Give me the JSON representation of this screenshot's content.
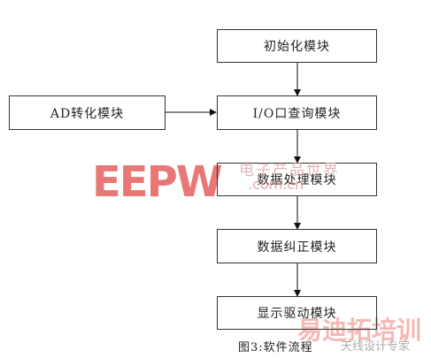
{
  "diagram": {
    "boxes": {
      "init": "初始化模块",
      "ad": "AD转化模块",
      "io": "I/O口查询模块",
      "process": "数据处理模块",
      "correct": "数据纠正模块",
      "display": "显示驱动模块"
    },
    "caption": "图3:软件流程"
  },
  "watermark": {
    "logo": "EEPW",
    "slogan": "电子产品世界",
    "domain": ".com.cn",
    "training": "易迪拓培训",
    "expert": "天线设计专家"
  },
  "colors": {
    "border": "#333333",
    "text": "#222222",
    "watermark_red": "#e24a48"
  }
}
